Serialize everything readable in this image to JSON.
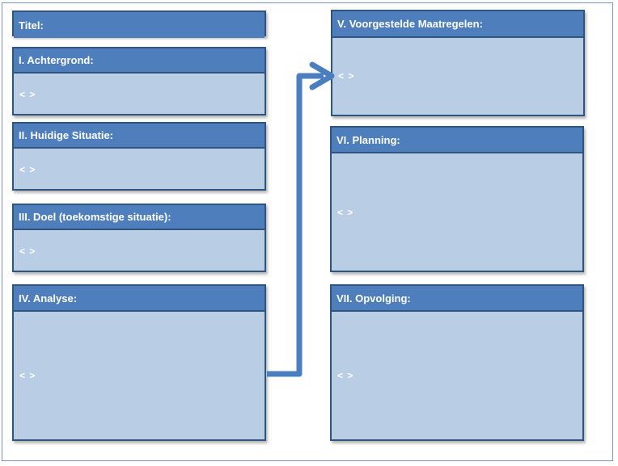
{
  "title_panel": {
    "label": "Titel:"
  },
  "left_panels": [
    {
      "label": "I. Achtergrond:",
      "placeholder": "< >"
    },
    {
      "label": "II. Huidige Situatie:",
      "placeholder": "< >"
    },
    {
      "label": "III. Doel (toekomstige situatie):",
      "placeholder": "< >"
    },
    {
      "label": "IV. Analyse:",
      "placeholder": "< >"
    }
  ],
  "right_panels": [
    {
      "label": "V. Voorgestelde Maatregelen:",
      "placeholder": "< >"
    },
    {
      "label": "VI. Planning:",
      "placeholder": "< >"
    },
    {
      "label": "VII. Opvolging:",
      "placeholder": "< >"
    }
  ],
  "colors": {
    "header": "#4e7ebc",
    "body": "#b9cde5",
    "border": "#2f5480",
    "arrow": "#4a7ebf"
  }
}
